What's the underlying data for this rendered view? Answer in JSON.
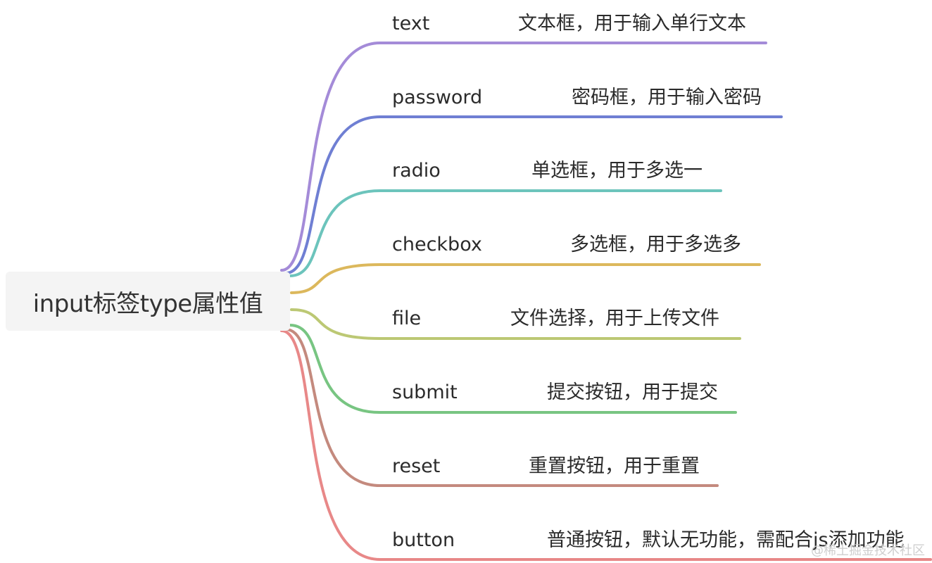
{
  "root": {
    "label": "input标签type属性值"
  },
  "branches": [
    {
      "key": "text",
      "desc": "文本框，用于输入单行文本",
      "color": "#a48bd8"
    },
    {
      "key": "password",
      "desc": "密码框，用于输入密码",
      "color": "#6f7fd3"
    },
    {
      "key": "radio",
      "desc": "单选框，用于多选一",
      "color": "#6cc4bc"
    },
    {
      "key": "checkbox",
      "desc": "多选框，用于多选多",
      "color": "#dcb85c"
    },
    {
      "key": "file",
      "desc": "文件选择，用于上传文件",
      "color": "#bcc874"
    },
    {
      "key": "submit",
      "desc": "提交按钮，用于提交",
      "color": "#78c582"
    },
    {
      "key": "reset",
      "desc": "重置按钮，用于重置",
      "color": "#c48a7e"
    },
    {
      "key": "button",
      "desc": "普通按钮，默认无功能，需配合js添加功能",
      "color": "#e88888"
    }
  ],
  "watermark": "@稀土掘金技术社区"
}
